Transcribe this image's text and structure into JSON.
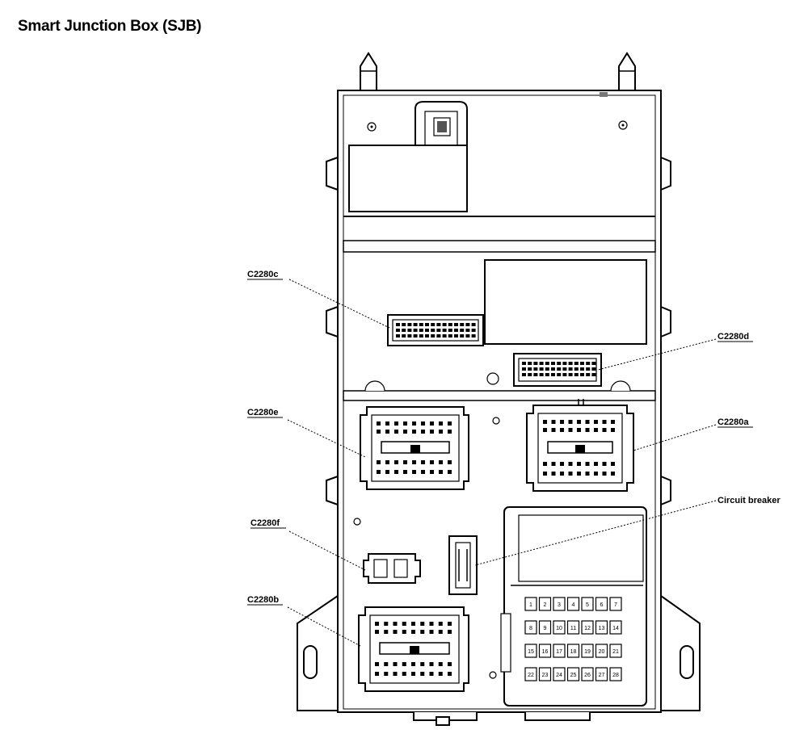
{
  "title": "Smart Junction Box (SJB)",
  "labels": {
    "c2280c": "C2280c",
    "c2280d": "C2280d",
    "c2280e": "C2280e",
    "c2280a": "C2280a",
    "circuit_breaker": "Circuit breaker",
    "c2280f": "C2280f",
    "c2280b": "C2280b"
  },
  "fuse_rows": [
    [
      "1",
      "2",
      "3",
      "4",
      "5",
      "6",
      "7"
    ],
    [
      "8",
      "9",
      "10",
      "11",
      "12",
      "13",
      "14"
    ],
    [
      "15",
      "16",
      "17",
      "18",
      "19",
      "20",
      "21"
    ],
    [
      "22",
      "23",
      "24",
      "25",
      "26",
      "27",
      "28"
    ]
  ],
  "colors": {
    "line": "#000000",
    "background": "#ffffff"
  }
}
